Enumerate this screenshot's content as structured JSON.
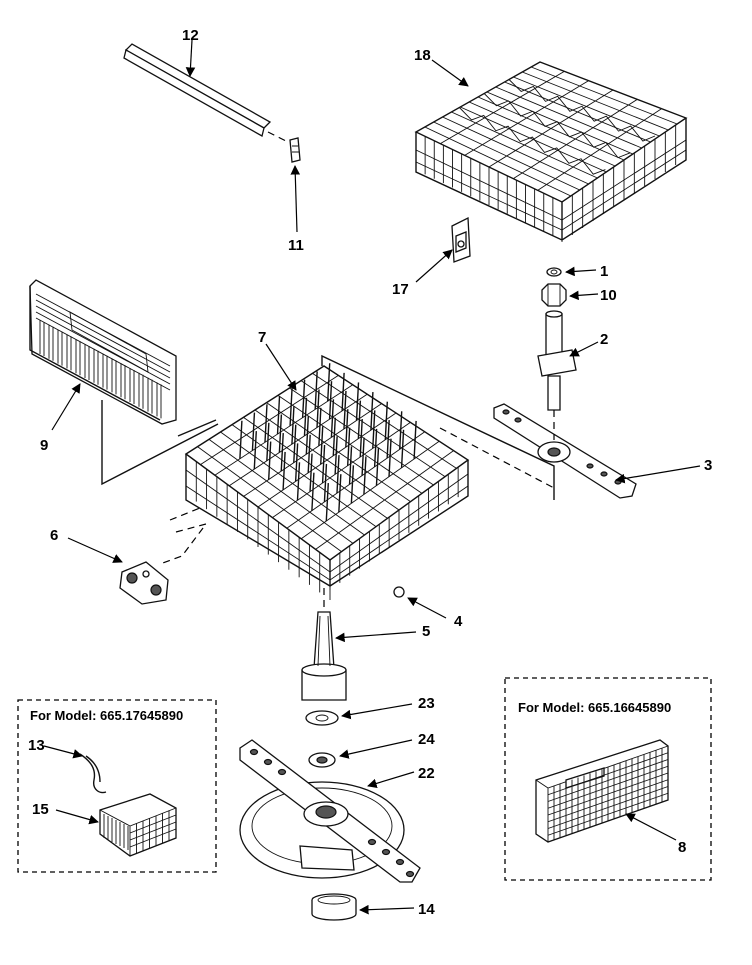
{
  "header_fragment": "",
  "callouts": {
    "c1": "1",
    "c2": "2",
    "c3": "3",
    "c4": "4",
    "c5": "5",
    "c6": "6",
    "c7": "7",
    "c8": "8",
    "c9": "9",
    "c10": "10",
    "c11": "11",
    "c12": "12",
    "c13": "13",
    "c14": "14",
    "c15": "15",
    "c17": "17",
    "c18": "18",
    "c22": "22",
    "c23": "23",
    "c24": "24"
  },
  "model_boxes": {
    "left": "For Model: 665.17645890",
    "right": "For Model: 665.16645890"
  }
}
